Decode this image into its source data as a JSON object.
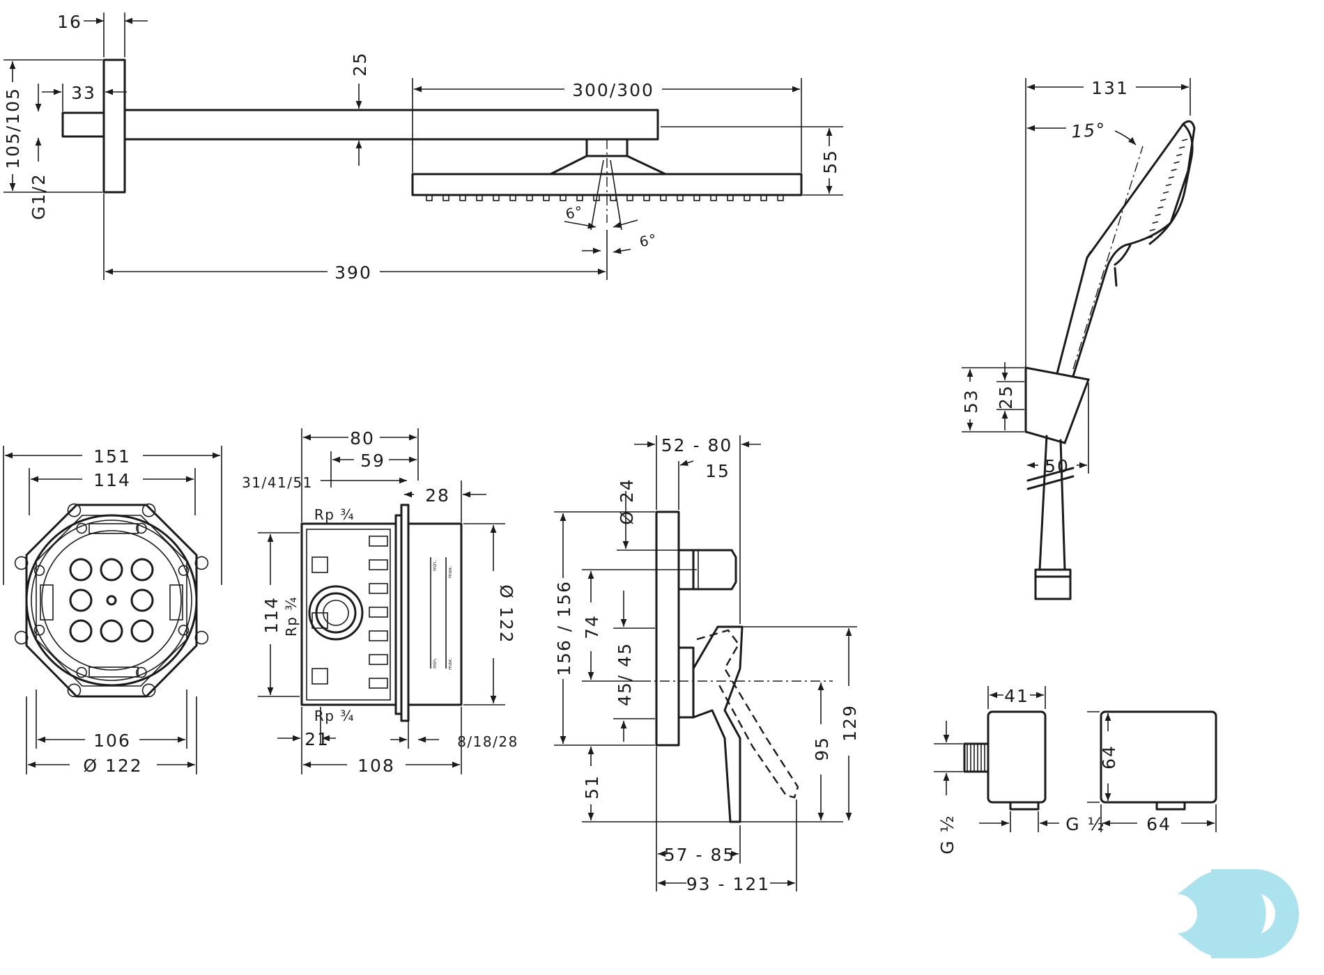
{
  "dimensions": {
    "d16": "16",
    "d33": "33",
    "d25": "25",
    "d300": "300/300",
    "d105": "105/105",
    "dG12": "G1/2",
    "d55": "55",
    "d6a": "6°",
    "d6b": "6°",
    "d390": "390",
    "d131": "131",
    "d15deg": "15°",
    "d53": "53",
    "d25b": "25",
    "d50": "50",
    "d151": "151",
    "d114a": "114",
    "d106": "106",
    "d122a": "Ø 122",
    "d80": "80",
    "d59": "59",
    "d314151": "31/41/51",
    "d28": "28",
    "rp1": "Rp ¾",
    "rp2": "Rp ¾",
    "rp3": "Rp ¾",
    "d114b": "114",
    "d122b": "Ø 122",
    "d21": "21",
    "d108": "108",
    "d81828": "8/18/28",
    "mark_min1": "min.",
    "mark_max1": "max.",
    "mark_min2": "min.",
    "mark_max2": "max.",
    "d5280": "52 - 80",
    "d24": "Ø 24",
    "d15": "15",
    "d156": "156 / 156",
    "d74": "74",
    "d4545": "45/ 45",
    "d51": "51",
    "d129": "129",
    "d95": "95",
    "d5785": "57 - 85",
    "d93121": "93 - 121",
    "d41": "41",
    "d64a": "64",
    "d64b": "64",
    "dG12b": "G ½",
    "dG12c": "G ½"
  },
  "colors": {
    "line": "#1a1a1a",
    "watermark": "#a8e0ee"
  },
  "watermark_icon": "brand-logo-icon"
}
